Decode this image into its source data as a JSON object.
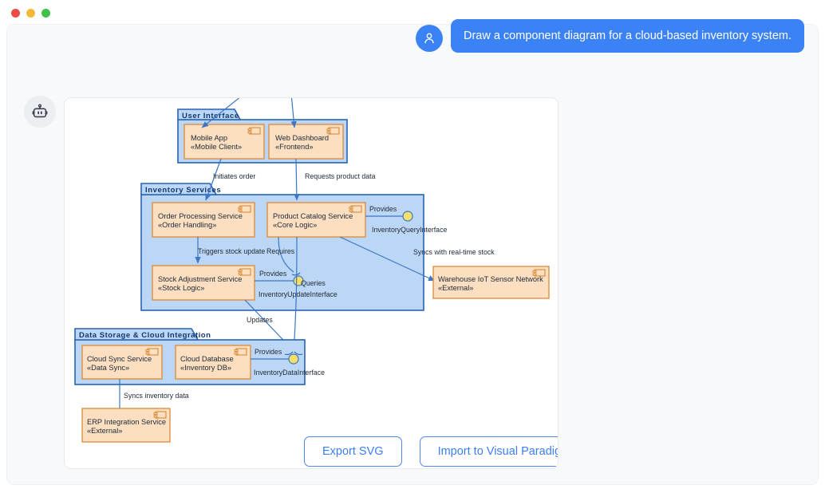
{
  "window": {
    "traffic_lights": [
      "close",
      "minimize",
      "maximize"
    ]
  },
  "conversation": {
    "user_message": "Draw a component diagram for a cloud-based inventory system.",
    "user_avatar_icon": "person-icon",
    "bot_avatar_icon": "robot-icon"
  },
  "diagram": {
    "type": "uml-component-diagram",
    "colors": {
      "component_fill": "#fbdfc0",
      "component_stroke": "#d98a37",
      "package_fill": "#bcd6f5",
      "package_stroke": "#2a62b4",
      "package_tab_fill": "#bcd6f5",
      "connector": "#3b77c4",
      "lollipop_fill": "#f6e06a",
      "text": "#1f2937"
    },
    "packages": [
      {
        "id": "pkg-user-interface",
        "label": "User Interface",
        "components": [
          {
            "id": "cmp-mobile-app",
            "name": "Mobile App",
            "stereotype": "«Mobile Client»"
          },
          {
            "id": "cmp-web-dashboard",
            "name": "Web Dashboard",
            "stereotype": "«Frontend»"
          }
        ]
      },
      {
        "id": "pkg-inventory-services",
        "label": "Inventory Services",
        "components": [
          {
            "id": "cmp-order-processing",
            "name": "Order Processing Service",
            "stereotype": "«Order Handling»"
          },
          {
            "id": "cmp-product-catalog",
            "name": "Product Catalog Service",
            "stereotype": "«Core Logic»"
          },
          {
            "id": "cmp-stock-adjustment",
            "name": "Stock Adjustment Service",
            "stereotype": "«Stock Logic»"
          }
        ]
      },
      {
        "id": "pkg-data-storage",
        "label": "Data Storage & Cloud Integration",
        "components": [
          {
            "id": "cmp-cloud-sync",
            "name": "Cloud Sync Service",
            "stereotype": "«Data Sync»"
          },
          {
            "id": "cmp-cloud-database",
            "name": "Cloud Database",
            "stereotype": "«Inventory DB»"
          }
        ]
      }
    ],
    "external_components": [
      {
        "id": "cmp-warehouse-iot",
        "name": "Warehouse IoT Sensor Network",
        "stereotype": "«External»"
      },
      {
        "id": "cmp-erp-integration",
        "name": "ERP Integration Service",
        "stereotype": "«External»"
      }
    ],
    "interfaces": [
      {
        "id": "iface-inventory-query",
        "name": "InventoryQueryInterface",
        "provider_label": "Provides"
      },
      {
        "id": "iface-inventory-update",
        "name": "InventoryUpdateInterface",
        "provider_label": "Provides"
      },
      {
        "id": "iface-inventory-data",
        "name": "InventoryDataInterface",
        "provider_label": "Provides"
      }
    ],
    "connector_labels": [
      {
        "id": "lbl-initiates-order",
        "text": "Initiates order"
      },
      {
        "id": "lbl-requests-product-data",
        "text": "Requests product data"
      },
      {
        "id": "lbl-triggers-stock-update",
        "text": "Triggers stock update"
      },
      {
        "id": "lbl-requires",
        "text": "Requires"
      },
      {
        "id": "lbl-queries",
        "text": "Queries"
      },
      {
        "id": "lbl-syncs-realtime",
        "text": "Syncs with real-time stock"
      },
      {
        "id": "lbl-updates",
        "text": "Updates"
      },
      {
        "id": "lbl-syncs-inventory",
        "text": "Syncs inventory data"
      }
    ]
  },
  "actions": {
    "export_svg": "Export SVG",
    "import_vp": "Import to Visual Paradigm"
  }
}
